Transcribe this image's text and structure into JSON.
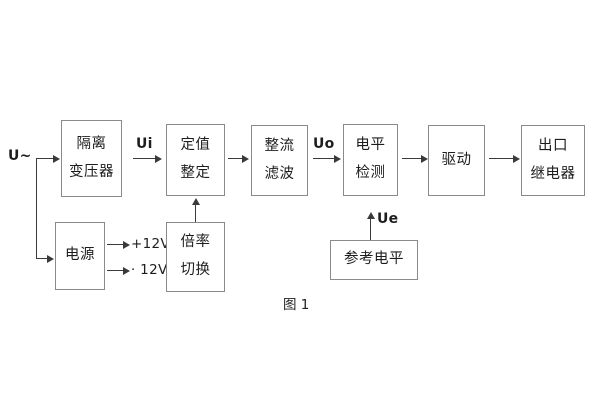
{
  "figure": {
    "caption": "图 1",
    "input_label": "U~",
    "blocks": [
      {
        "id": "isolation-transformer",
        "lines": [
          "隔离",
          "变压器"
        ]
      },
      {
        "id": "setpoint-setting",
        "lines": [
          "定值",
          "整定"
        ]
      },
      {
        "id": "rectifier-filter",
        "lines": [
          "整流",
          "滤波"
        ]
      },
      {
        "id": "level-detection",
        "lines": [
          "电平",
          "检测"
        ]
      },
      {
        "id": "drive",
        "lines": [
          "驱动"
        ]
      },
      {
        "id": "output-relay",
        "lines": [
          "出口",
          "继电器"
        ]
      },
      {
        "id": "power-supply",
        "lines": [
          "电源"
        ]
      },
      {
        "id": "multiplier-switch",
        "lines": [
          "倍率",
          "切换"
        ]
      },
      {
        "id": "reference-level",
        "lines": [
          "参考电平"
        ]
      }
    ],
    "signals": {
      "ui": "Ui",
      "uo": "Uo",
      "ue": "Ue",
      "supply_positive": "+12V",
      "supply_negative": "· 12V"
    },
    "colors": {
      "block_border": "#8a8a8a",
      "wire": "#3a3a3a",
      "text": "#1d1d1d",
      "background": "#ffffff"
    }
  }
}
